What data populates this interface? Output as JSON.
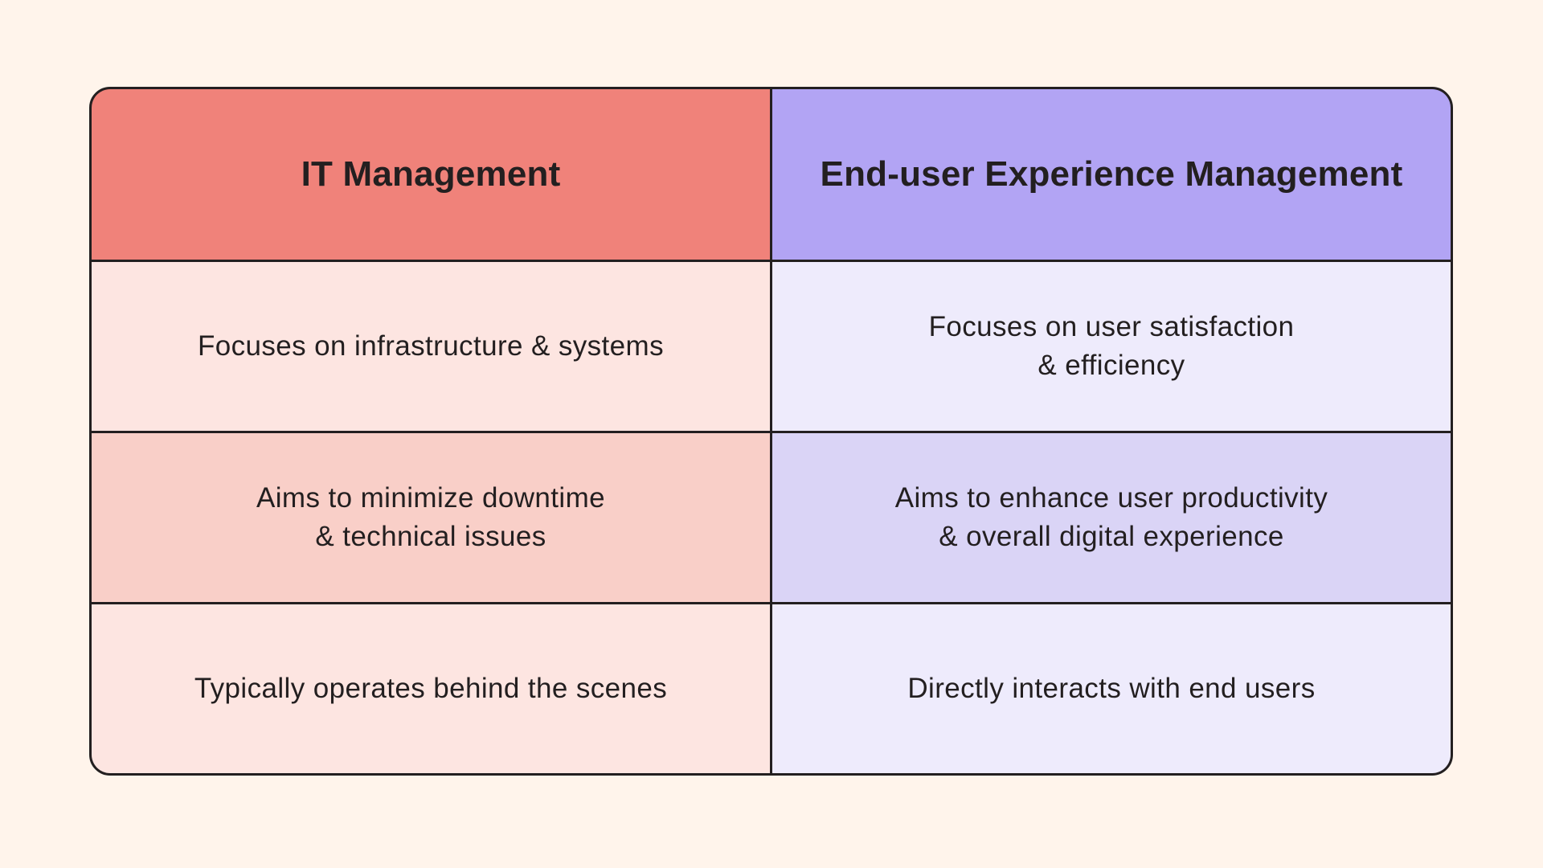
{
  "page": {
    "background": "#FFF4EB"
  },
  "colors": {
    "border": "#231F20",
    "text": "#231F20",
    "header_left_bg": "#F0827A",
    "header_right_bg": "#B2A4F4",
    "left_row_light": "#FDE5E1",
    "left_row_medium": "#F9CFC8",
    "right_row_light": "#EEEBFC",
    "right_row_medium": "#DAD4F6"
  },
  "table": {
    "headers": [
      {
        "label": "IT Management"
      },
      {
        "label": "End-user Experience Management"
      }
    ],
    "rows": [
      {
        "left": "Focuses on infrastructure & systems",
        "right": "Focuses on user satisfaction\n& efficiency"
      },
      {
        "left": "Aims to minimize downtime\n& technical issues",
        "right": "Aims to enhance user productivity\n& overall digital experience"
      },
      {
        "left": "Typically operates behind the scenes",
        "right": "Directly interacts with end users"
      }
    ]
  }
}
